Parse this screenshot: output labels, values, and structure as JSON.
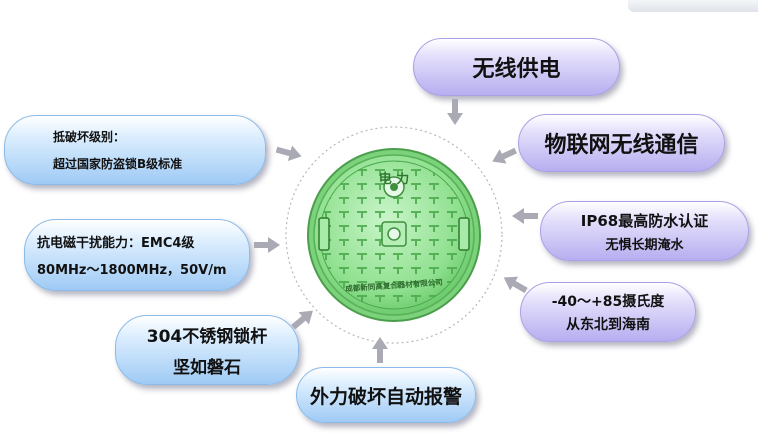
{
  "features": {
    "top": "无线供电",
    "iot": "物联网无线通信",
    "ip68_line1": "IP68最高防水认证",
    "ip68_line2": "无惧长期淹水",
    "temp_line1": "-40～+85摄氏度",
    "temp_line2": "从东北到海南",
    "alarm": "外力破坏自动报警",
    "steel_line1": "304不锈钢锁杆",
    "steel_line2": "坚如磐石",
    "emc_line1": "抗电磁干扰能力：EMC4级",
    "emc_line2": "80MHz～1800MHz，50V/m",
    "break_line1": "抵破坏级别：",
    "break_line2": "超过国家防盗锁B级标准"
  },
  "cover": {
    "label": "电 力",
    "maker": "成都新同高复合器材有限公司"
  },
  "colors": {
    "purple": "#b6aef0",
    "blue": "#9fcaf5",
    "cover_green": "#8fe08f",
    "arrow": "#a9aab3"
  }
}
